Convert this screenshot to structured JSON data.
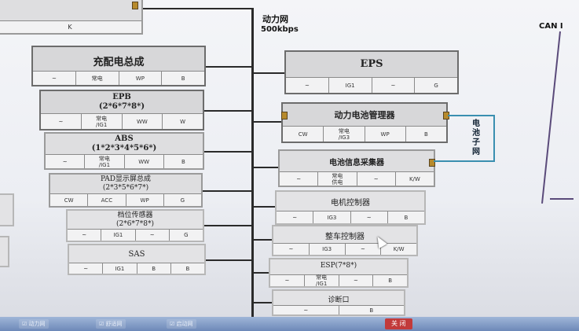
{
  "bus": {
    "name": "动力网",
    "speed": "500kbps",
    "right_label": "CAN I"
  },
  "top_left_partial": {
    "cell": "K"
  },
  "left_modules": [
    {
      "title": "充配电总成",
      "cells": [
        "~",
        "常电",
        "WP",
        "B"
      ]
    },
    {
      "title": "EPB\n(2*6*7*8*)",
      "cells": [
        "~",
        "常电\n/IG1",
        "WW",
        "W"
      ]
    },
    {
      "title": "ABS\n(1*2*3*4*5*6*)",
      "cells": [
        "~",
        "常电\n/IG1",
        "WW",
        "B"
      ]
    },
    {
      "title": "PAD显示屏总成\n(2*3*5*6*7*)",
      "cells": [
        "CW",
        "ACC",
        "WP",
        "G"
      ]
    },
    {
      "title": "档位传感器\n(2*6*7*8*)",
      "cells": [
        "~",
        "IG1",
        "~",
        "G"
      ]
    },
    {
      "title": "SAS",
      "cells": [
        "~",
        "IG1",
        "B",
        "B"
      ]
    }
  ],
  "right_modules": [
    {
      "title": "EPS",
      "cells": [
        "~",
        "IG1",
        "~",
        "G"
      ]
    },
    {
      "title": "动力电池管理器",
      "cells": [
        "CW",
        "常电\n/IG3",
        "WP",
        "B"
      ]
    },
    {
      "title": "电池信息采集器",
      "cells": [
        "~",
        "常电\n供电",
        "~",
        "K/W"
      ]
    },
    {
      "title": "电机控制器",
      "cells": [
        "~",
        "IG3",
        "~",
        "B"
      ]
    },
    {
      "title": "整车控制器",
      "cells": [
        "~",
        "IG3",
        "~",
        "K/W"
      ]
    },
    {
      "title": "ESP(7*8*)",
      "cells": [
        "~",
        "常电\n/IG1",
        "~",
        "B"
      ]
    },
    {
      "title": "诊断口",
      "cells": [
        "~",
        "B"
      ]
    }
  ],
  "battery_subnet": {
    "label": "电池子网"
  },
  "taskbar": {
    "items": [
      "☑ 动力网",
      "☑ 舒适网",
      "☑ 启动网"
    ],
    "button": "关 闭"
  },
  "colors": {
    "bus": "#2a2a2a",
    "module_fill": "#d7d7d9",
    "subnet": "#3a8fb0",
    "connector": "#b78a2c",
    "taskbar": "#7f97c4"
  }
}
